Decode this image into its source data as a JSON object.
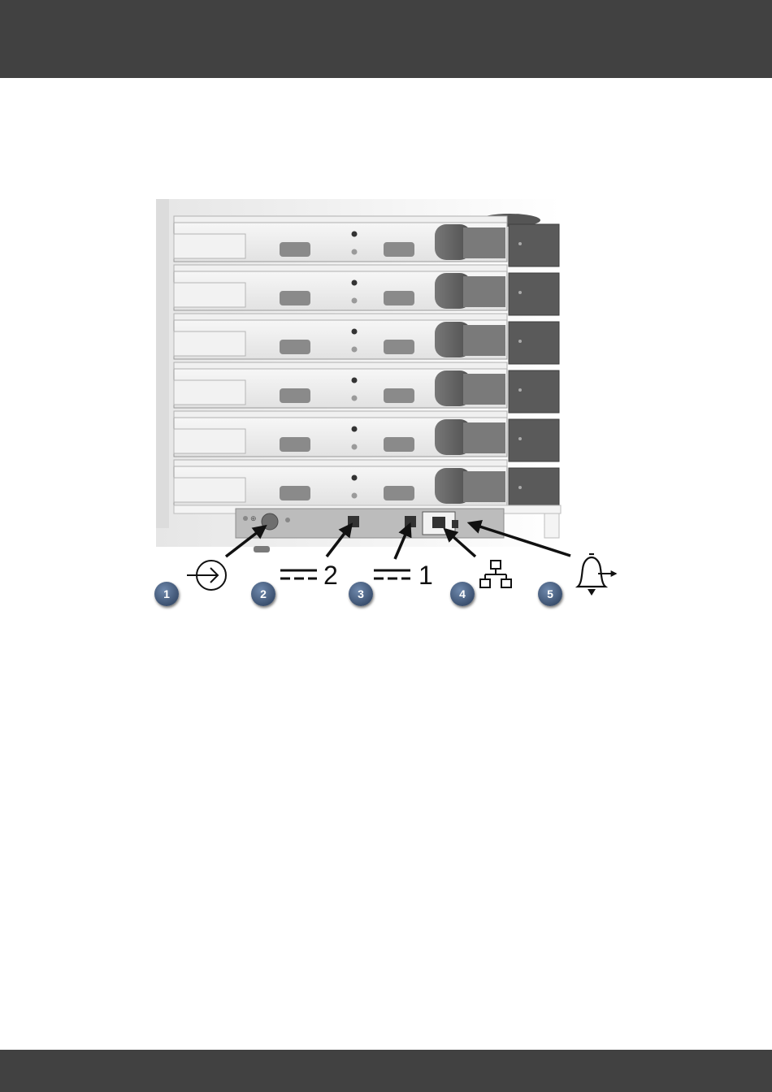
{
  "figure": {
    "callouts": [
      {
        "number": "1",
        "icon": "power-input-icon"
      },
      {
        "number": "2",
        "icon": "dc-output-icon",
        "label": "2"
      },
      {
        "number": "3",
        "icon": "dc-output-icon",
        "label": "1"
      },
      {
        "number": "4",
        "icon": "network-icon"
      },
      {
        "number": "5",
        "icon": "alarm-bell-icon"
      }
    ],
    "port_labels": [
      "2",
      "1"
    ],
    "module_count": 6
  },
  "colors": {
    "header_bar": "#414141",
    "footer_bar": "#414141",
    "callout_fill": "#3c5170"
  }
}
